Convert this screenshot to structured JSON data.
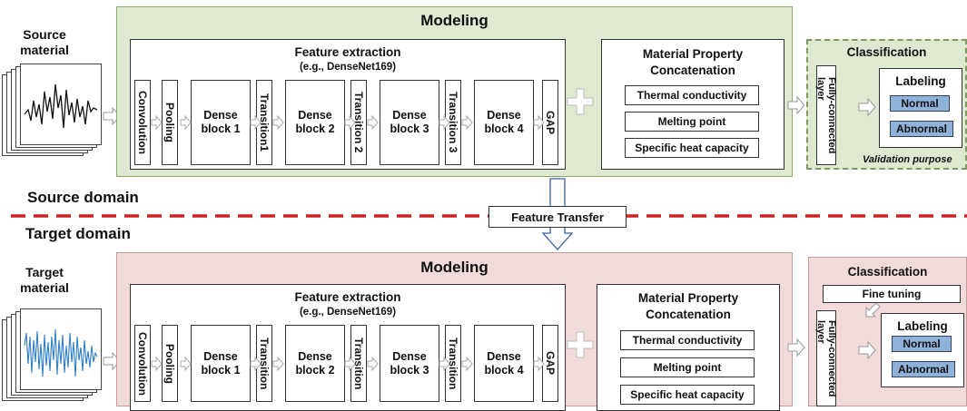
{
  "source": {
    "material_label": "Source\nmaterial",
    "domain_label": "Source domain",
    "modeling_title": "Modeling",
    "feature_extraction": "Feature extraction",
    "feature_example": "(e.g., DenseNet169)",
    "layers": [
      "Convolution",
      "Pooling",
      "Dense\nblock 1",
      "Transition1",
      "Dense\nblock 2",
      "Transition 2",
      "Dense\nblock 3",
      "Transition 3",
      "Dense\nblock 4",
      "GAP"
    ],
    "concat_title": "Material Property\nConcatenation",
    "properties": [
      "Thermal conductivity",
      "Melting point",
      "Specific heat capacity"
    ],
    "classification_title": "Classification",
    "fc_layer": "Fully-connected\nlayer",
    "labeling_title": "Labeling",
    "labels": [
      "Normal",
      "Abnormal"
    ],
    "note": "Validation purpose"
  },
  "transfer_label": "Feature Transfer",
  "target": {
    "material_label": "Target\nmaterial",
    "domain_label": "Target domain",
    "modeling_title": "Modeling",
    "feature_extraction": "Feature extraction",
    "feature_example": "(e.g., DenseNet169)",
    "layers": [
      "Convolution",
      "Pooling",
      "Dense\nblock 1",
      "Transition",
      "Dense\nblock 2",
      "Transition",
      "Dense\nblock 3",
      "Transition",
      "Dense\nblock 4",
      "GAP"
    ],
    "concat_title": "Material Property\nConcatenation",
    "properties": [
      "Thermal conductivity",
      "Melting point",
      "Specific heat capacity"
    ],
    "classification_title": "Classification",
    "fine_tuning": "Fine tuning",
    "fc_layer": "Fully-connected\nlayer",
    "labeling_title": "Labeling",
    "labels": [
      "Normal",
      "Abnormal"
    ]
  },
  "colors": {
    "source_panel": "#dfe8d0",
    "target_panel": "#f0dada",
    "divider": "#d21f1f",
    "label_tag": "#8fb2db",
    "source_signal": "#111111",
    "target_signal": "#2f7fc1"
  }
}
